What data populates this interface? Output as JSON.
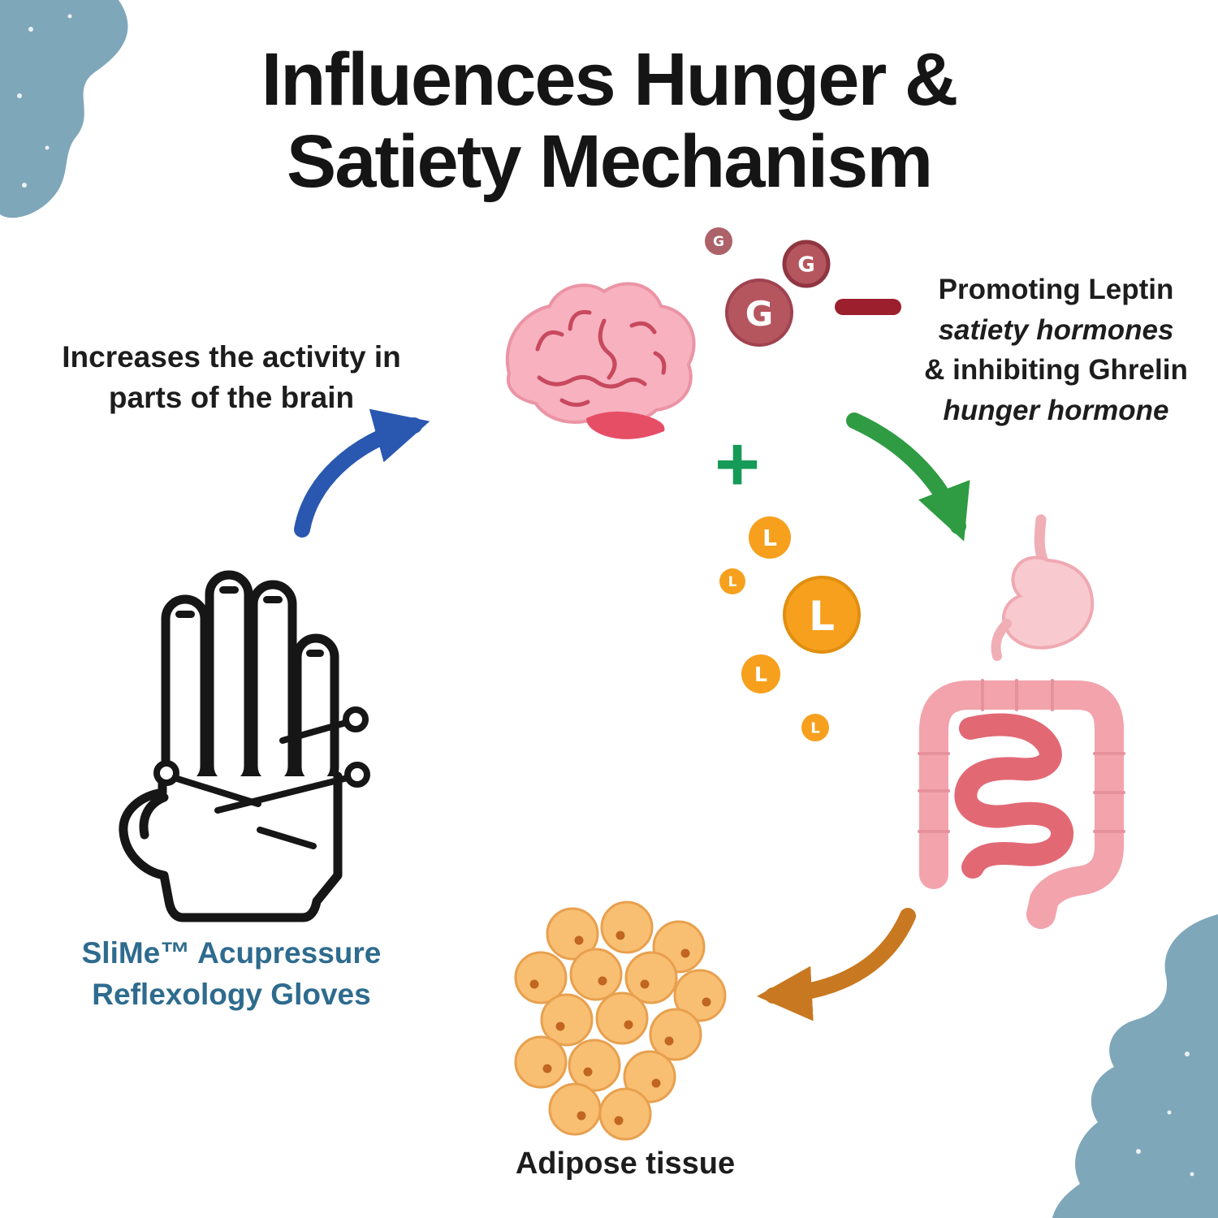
{
  "title": {
    "line1": "Influences Hunger &",
    "line2": "Satiety Mechanism"
  },
  "brain_label": {
    "line1": "Increases the activity in",
    "line2": "parts of the brain"
  },
  "hormone_label": {
    "line1": "Promoting Leptin",
    "line2": "satiety hormones",
    "line3": "& inhibiting Ghrelin",
    "line4": "hunger hormone"
  },
  "adipose_label": "Adipose tissue",
  "product_label": {
    "line1": "SliMe™ Acupressure",
    "line2": "Reflexology Gloves"
  },
  "symbols": {
    "ghrelin": "G",
    "leptin": "L",
    "plus": "+"
  },
  "colors": {
    "title_text": "#151515",
    "body_text": "#1d1d1d",
    "product_text": "#2e6b8e",
    "brain_pink": "#f7b1bf",
    "brain_fold": "#c8495e",
    "cerebellum_red": "#e64e66",
    "ghrelin_circle": "#b5565f",
    "leptin_circle": "#f6a01e",
    "plus_green": "#159a57",
    "minus_red": "#9c1f2d",
    "arrow_blue": "#2a58b0",
    "arrow_green": "#2f9b43",
    "arrow_orange": "#c87820",
    "intestine_pink": "#f2a3ab",
    "small_intestine_pink": "#e26974",
    "stomach_pink": "#f8cad0",
    "adipose_orange": "#f8bf72",
    "adipose_dot": "#c06621",
    "hand_outline": "#161616",
    "corner_blob": "#7fa7ba"
  }
}
